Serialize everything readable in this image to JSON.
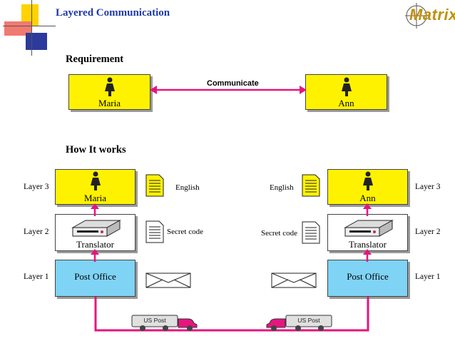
{
  "slide": {
    "title": "Layered Communication",
    "logo_text": "Matrix",
    "requirement_heading": "Requirement",
    "how_heading": "How It works"
  },
  "requirement": {
    "left_person": "Maria",
    "right_person": "Ann",
    "arrow_label": "Communicate"
  },
  "layers": {
    "left": {
      "layer3": "Layer 3",
      "layer2": "Layer 2",
      "layer1": "Layer 1"
    },
    "right": {
      "layer3": "Layer 3",
      "layer2": "Layer 2",
      "layer1": "Layer 1"
    }
  },
  "stack_left": {
    "person": "Maria",
    "translator": "Translator",
    "post_office": "Post Office",
    "doc_english": "English",
    "doc_secret": "Secret code"
  },
  "stack_right": {
    "person": "Ann",
    "translator": "Translator",
    "post_office": "Post Office",
    "doc_english": "English",
    "doc_secret": "Secret code"
  },
  "trucks": {
    "left_label": "US Post",
    "right_label": "US Post"
  },
  "colors": {
    "title": "#1f3aa8",
    "yellow_box": "#fff200",
    "blue_box": "#7fd3f5",
    "arrow": "#e6157f",
    "deco_red": "#e8403a",
    "deco_yellow": "#ffd200",
    "deco_blue": "#2b3a9c"
  }
}
